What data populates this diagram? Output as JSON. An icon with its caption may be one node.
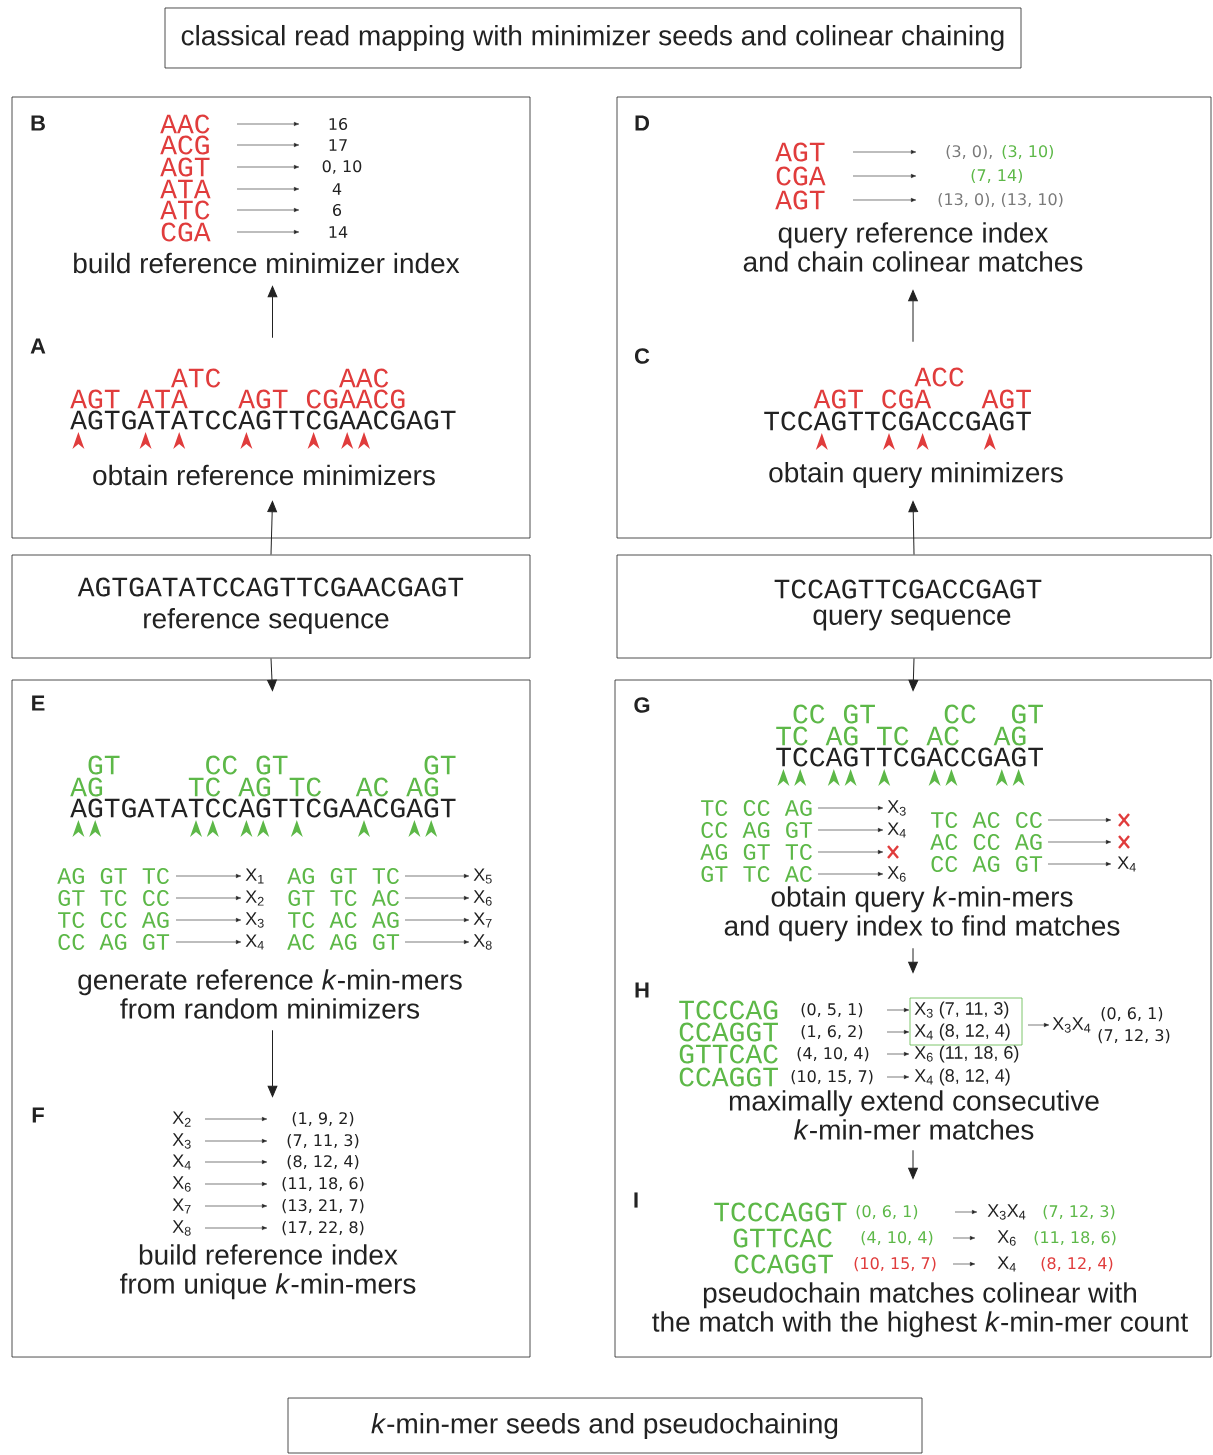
{
  "diagram": {
    "nodes": [
      {
        "text": [
          "classical read mapping with minimizer seeds and colinear chaining"
        ]
      },
      {
        "text": [],
        "shape": "box"
      },
      {
        "text": [
          "B",
          "build reference minimizer index"
        ],
        "in": 1
      },
      {
        "text": [
          "A",
          "obtain reference minimizers"
        ],
        "in": 1
      },
      {
        "text": [
          "AGTGATATCCAGTTCGAACGAGT",
          "reference sequence"
        ]
      },
      {
        "text": [],
        "shape": "box"
      },
      {
        "text": [
          "E",
          "generate reference *k*-min-mers from random minimizers"
        ],
        "in": 5
      },
      {
        "text": [
          "F",
          "build reference index from unique *k*-min-mers"
        ],
        "in": 5
      },
      {
        "text": [],
        "shape": "box"
      },
      {
        "text": [
          "D",
          "query reference index and chain colinear matches"
        ],
        "in": 8
      },
      {
        "text": [
          "C",
          "obtain query minimizers"
        ],
        "in": 8
      },
      {
        "text": [
          "TCCAGTTCGACCGAGT",
          "query sequence"
        ]
      },
      {
        "text": [],
        "shape": "box"
      },
      {
        "text": [
          "G",
          "obtain query *k*-min-mers and query index to find matches"
        ],
        "in": 12
      },
      {
        "text": [
          "H",
          "maximally extend consecutive *k*-min-mer matches"
        ],
        "in": 12
      },
      {
        "text": [
          "I",
          "pseudochain matches colinear with the match with the highest *k*-min-mer count"
        ],
        "in": 12
      },
      {
        "text": [
          "*k*-min-mer seeds and pseudochaining"
        ]
      }
    ],
    "edges": [
      {
        "from": 4,
        "to": 3,
        "arrow": "to"
      },
      {
        "from": 3,
        "to": 2,
        "arrow": "to"
      },
      {
        "from": 4,
        "to": 6,
        "arrow": "to"
      },
      {
        "from": 6,
        "to": 7,
        "arrow": "to"
      },
      {
        "from": 11,
        "to": 10,
        "arrow": "to"
      },
      {
        "from": 10,
        "to": 9,
        "arrow": "to"
      },
      {
        "from": 11,
        "to": 13,
        "arrow": "to"
      },
      {
        "from": 13,
        "to": 14,
        "arrow": "to"
      },
      {
        "from": 14,
        "to": 15,
        "arrow": "to"
      }
    ],
    "labels": [
      "AAC",
      "16",
      "ACG",
      "17",
      "AGT",
      "0, 10",
      "ATA",
      "4",
      "ATC",
      "6",
      "CGA",
      "14",
      "ATC",
      "AAC",
      "AGT",
      "ATA",
      "AGT",
      "CGA",
      "ACG",
      "AGTGATATCCAGTTCGAACGAGT",
      "AGT",
      "(3, 0),",
      "(3, 10)",
      "CGA",
      "(7, 14)",
      "AGT",
      "(13, 0), (13, 10)",
      "ACC",
      "AGT",
      "CGA",
      "AGT",
      "TCCAGTTCGACCGAGT",
      "GT",
      "CC",
      "GT",
      "GT",
      "AG",
      "TC",
      "AG",
      "TC",
      "AC",
      "AG",
      "AGTGATATCCAGTTCGAACGAGT",
      "AG GT TC",
      "X$_{1}$",
      "AG GT TC",
      "X$_{5}$",
      "GT TC CC",
      "X$_{2}$",
      "GT TC AC",
      "X$_{6}$",
      "TC CC AG",
      "X$_{3}$",
      "TC AC AG",
      "X$_{7}$",
      "CC AG GT",
      "X$_{4}$",
      "AC AG GT",
      "X$_{8}$",
      "X$_{2}$",
      "(1, 9, 2)",
      "X$_{3}$",
      "(7, 11, 3)",
      "X$_{4}$",
      "(8, 12, 4)",
      "X$_{6}$",
      "(11, 18, 6)",
      "X$_{7}$",
      "(13, 21, 7)",
      "X$_{8}$",
      "(17, 22, 8)",
      "CC",
      "GT",
      "CC",
      "GT",
      "TC",
      "AG",
      "TC",
      "AC",
      "AG",
      "TCCAGTTCGACCGAGT",
      "TC CC AG",
      "X$_{3}$",
      "CC AG GT",
      "X$_{4}$",
      "AG GT TC",
      "GT TC AC",
      "X$_{6}$",
      "TC AC CC",
      "AC CC AG",
      "CC AG GT",
      "X$_{4}$",
      "TCCCAG",
      "(0, 5, 1)",
      "X$_{3}$ (7, 11, 3)",
      "CCAGGT",
      "(1, 6, 2)",
      "X$_{4}$ (8, 12, 4)",
      "GTTCAC",
      "(4, 10, 4)",
      "X$_{6}$ (11, 18, 6)",
      "CCAGGT",
      "(10, 15, 7)",
      "X$_{4}$ (8, 12, 4)",
      "X$_{3}$X$_{4}$",
      "(0, 6, 1)",
      "(7, 12, 3)",
      "TCCCAGGT",
      "(0, 6, 1)",
      "X$_{3}$X$_{4}$",
      "(7, 12, 3)",
      "GTTCAC",
      "(4, 10, 4)",
      "X$_{6}$",
      "(11, 18, 6)",
      "CCAGGT",
      "(10, 15, 7)",
      "X$_{4}$",
      "(8, 12, 4)"
    ]
  }
}
